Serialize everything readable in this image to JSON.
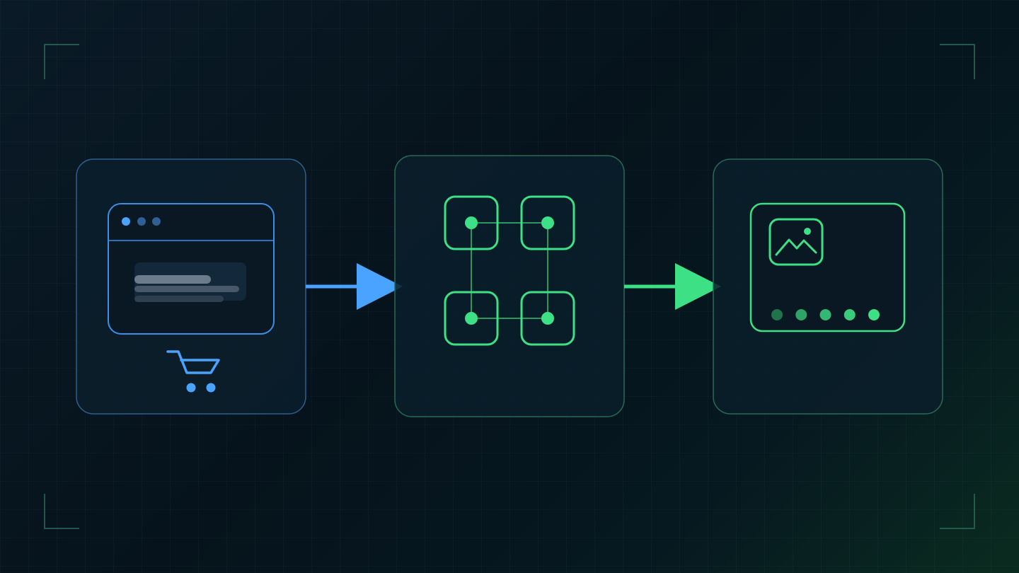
{
  "colors": {
    "blue": "#3b8ee6",
    "blue_light": "#4aa3ff",
    "blue_dim": "#2f5f93",
    "green": "#3ee085",
    "green_dim": "#2a9a5c",
    "panel_stroke_blue": "#2e5f8c",
    "panel_stroke_green": "#2a6a55",
    "panel_fill": "#0b1f2c",
    "bracket": "#2e6b5a",
    "placeholder_bar": "#6b7c8c"
  },
  "stages": [
    {
      "name": "browser-cart",
      "icons": [
        "browser-window-icon",
        "shopping-cart-icon"
      ]
    },
    {
      "name": "node-network",
      "icons": [
        "node-grid-icon"
      ]
    },
    {
      "name": "image-carousel",
      "icons": [
        "image-icon",
        "carousel-dots-icon"
      ],
      "dots": 5
    }
  ],
  "arrows": [
    {
      "from": "browser-cart",
      "to": "node-network",
      "color": "blue"
    },
    {
      "from": "node-network",
      "to": "image-carousel",
      "color": "green"
    }
  ]
}
